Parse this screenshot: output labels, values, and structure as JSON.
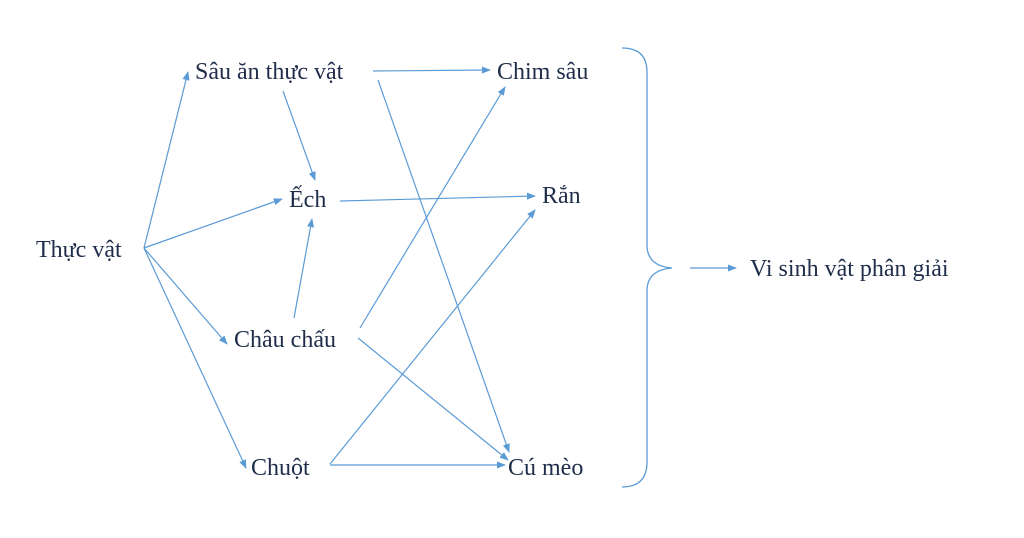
{
  "colors": {
    "line": "#5b9bd5",
    "text": "#1f2d4a",
    "background": "#ffffff"
  },
  "nodes": {
    "thuc_vat": "Thực vật",
    "sau_an_thuc_vat": "Sâu ăn thực vật",
    "ech": "Ếch",
    "chau_chau": "Châu chấu",
    "chuot": "Chuột",
    "chim_sau": "Chim sâu",
    "ran": "Rắn",
    "cu_meo": "Cú mèo",
    "vi_sinh_vat": "Vi sinh vật phân giải"
  },
  "edges": [
    {
      "from": "thuc_vat",
      "to": "sau_an_thuc_vat"
    },
    {
      "from": "thuc_vat",
      "to": "ech"
    },
    {
      "from": "thuc_vat",
      "to": "chau_chau"
    },
    {
      "from": "thuc_vat",
      "to": "chuot"
    },
    {
      "from": "sau_an_thuc_vat",
      "to": "chim_sau"
    },
    {
      "from": "sau_an_thuc_vat",
      "to": "ech"
    },
    {
      "from": "sau_an_thuc_vat",
      "to": "cu_meo"
    },
    {
      "from": "chau_chau",
      "to": "ech"
    },
    {
      "from": "chau_chau",
      "to": "chim_sau"
    },
    {
      "from": "chau_chau",
      "to": "cu_meo"
    },
    {
      "from": "ech",
      "to": "ran"
    },
    {
      "from": "chuot",
      "to": "ran"
    },
    {
      "from": "chuot",
      "to": "cu_meo"
    },
    {
      "from": "consumers_bracket",
      "to": "vi_sinh_vat"
    }
  ]
}
